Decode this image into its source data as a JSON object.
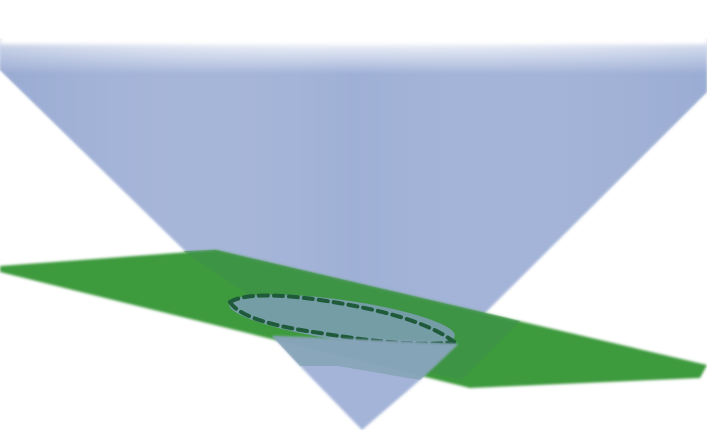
{
  "scene": {
    "type": "conic-section-3d",
    "section": "ellipse",
    "cone_color": "#9fb0d6",
    "plane_color": "#3e9a3e",
    "section_fill": "#7b9db0",
    "curve_color": "#1f5a3a",
    "curve_style": "dashed"
  }
}
